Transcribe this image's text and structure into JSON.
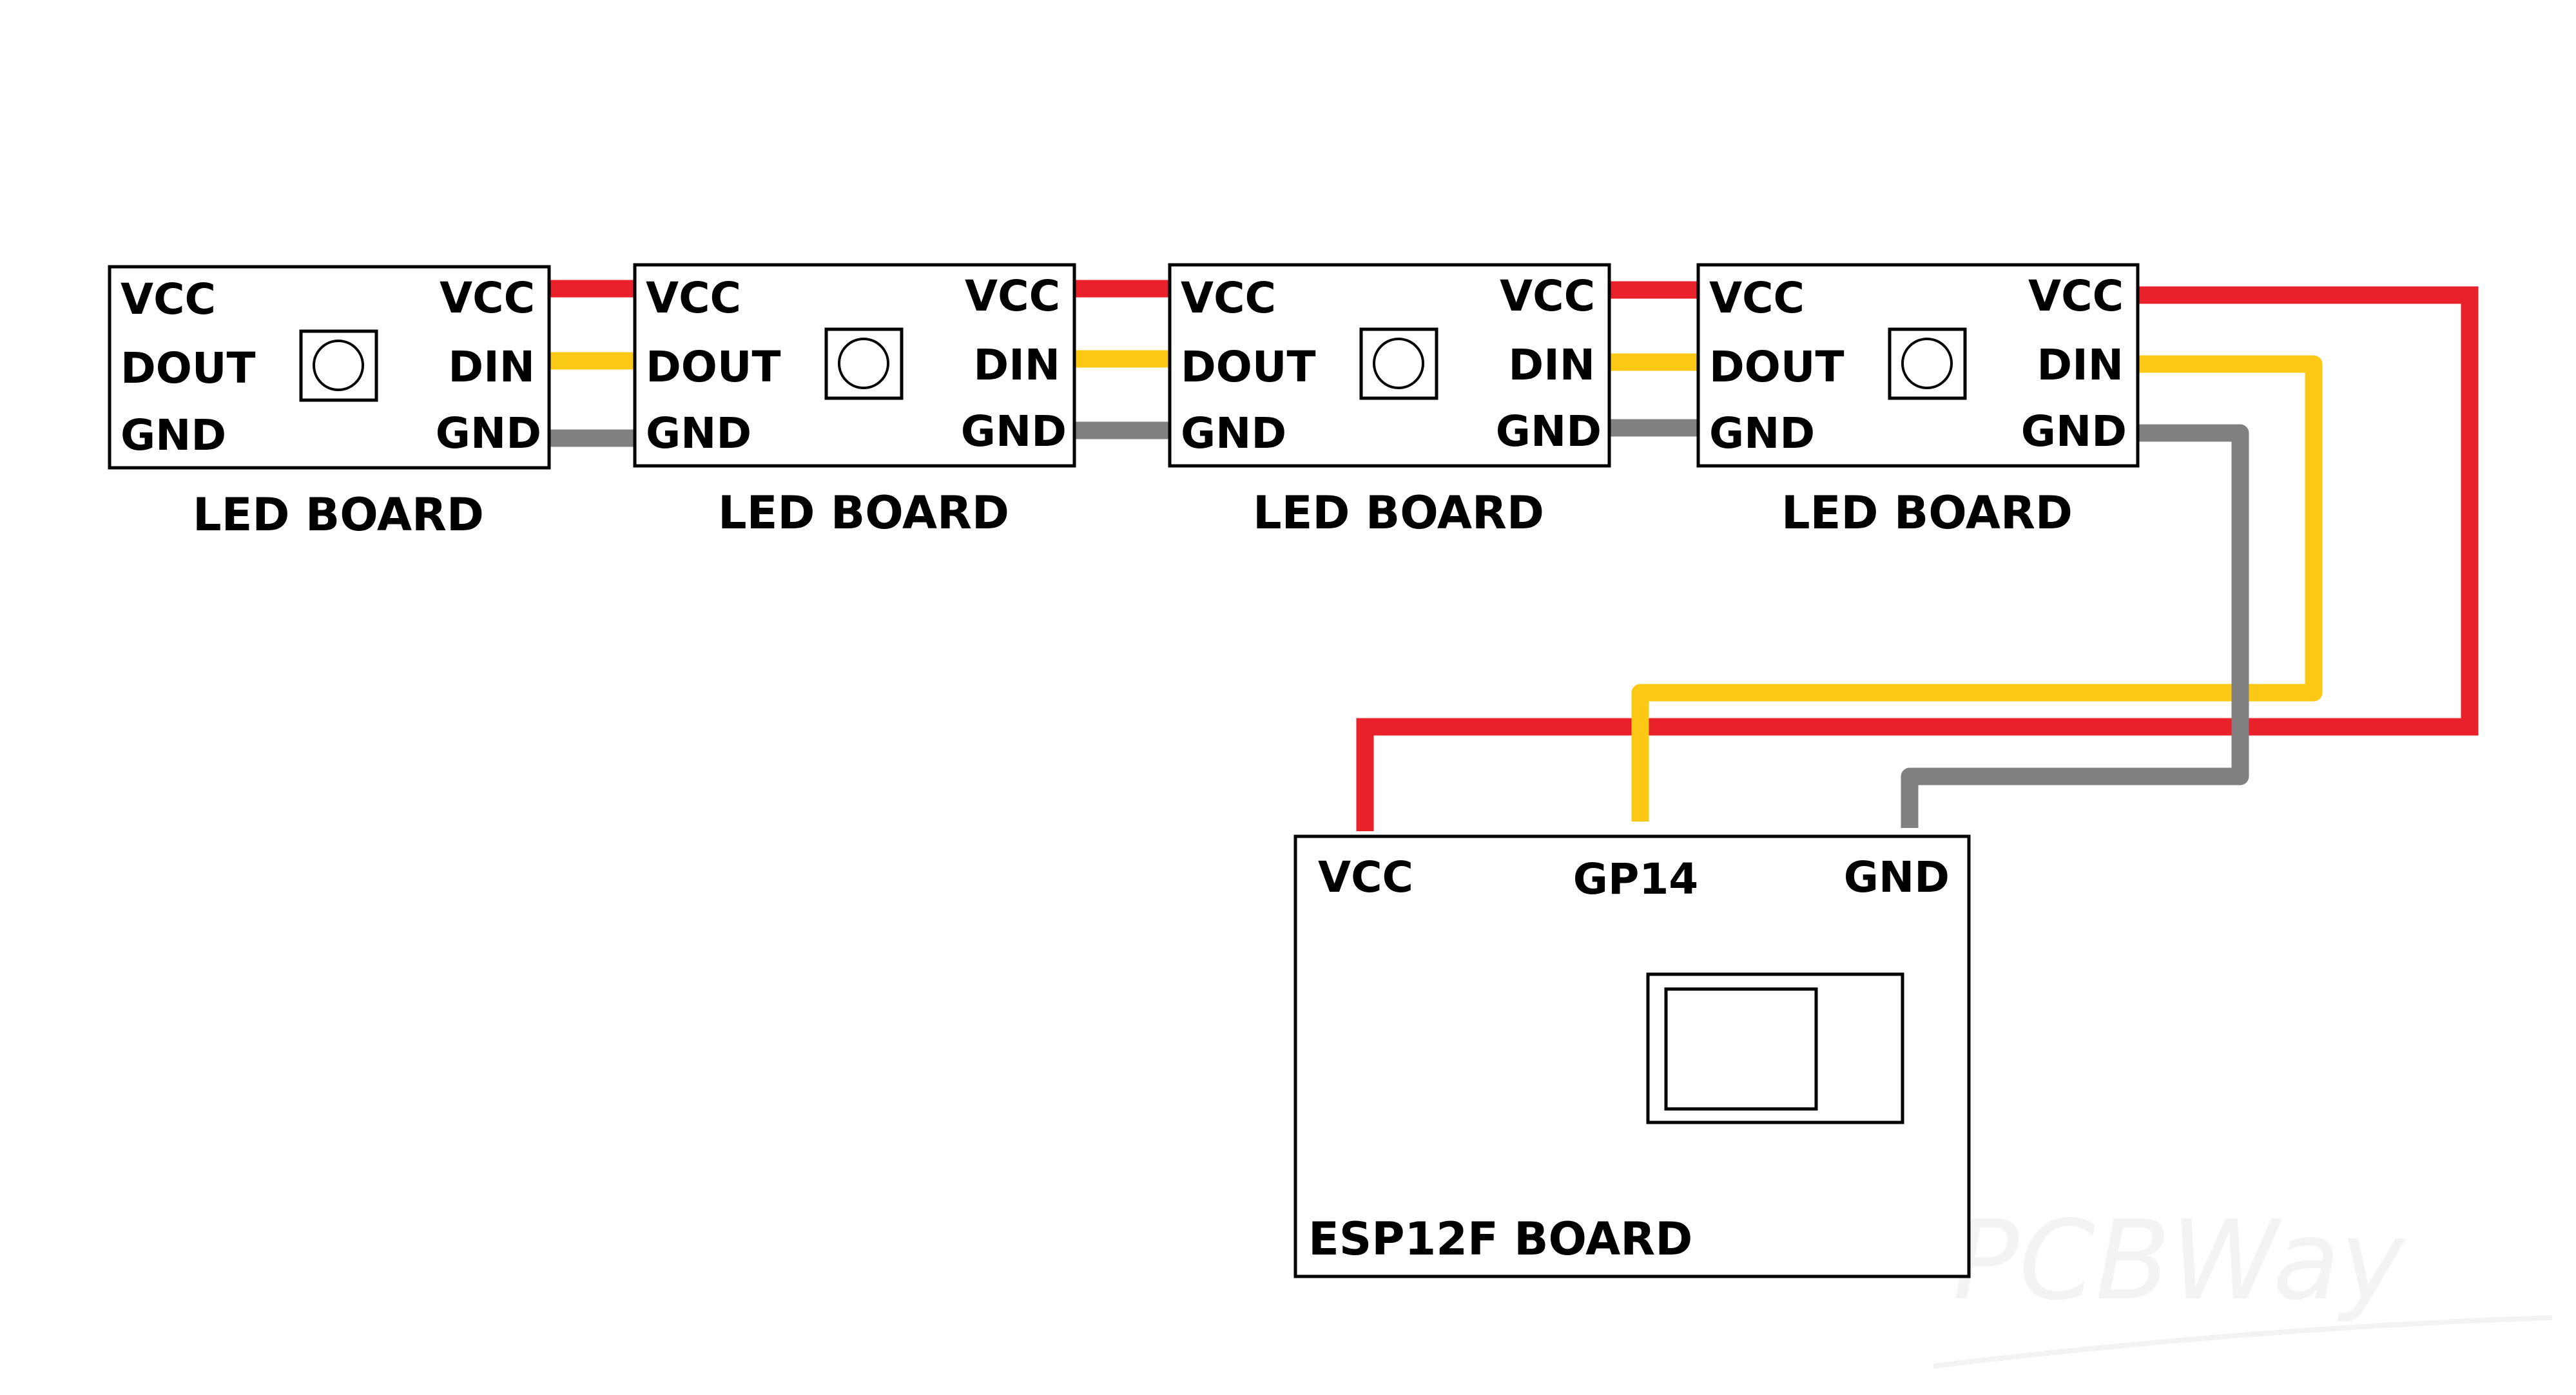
{
  "colors": {
    "vcc_wire": "#e8212a",
    "din_wire": "#fbc815",
    "gnd_wire": "#808080",
    "board_stroke": "#000000"
  },
  "led_boards": [
    {
      "title": "LED BOARD",
      "left_pins": [
        "VCC",
        "DOUT",
        "GND"
      ],
      "right_pins": [
        "VCC",
        "DIN",
        "GND"
      ]
    },
    {
      "title": "LED BOARD",
      "left_pins": [
        "VCC",
        "DOUT",
        "GND"
      ],
      "right_pins": [
        "VCC",
        "DIN",
        "GND"
      ]
    },
    {
      "title": "LED BOARD",
      "left_pins": [
        "VCC",
        "DOUT",
        "GND"
      ],
      "right_pins": [
        "VCC",
        "DIN",
        "GND"
      ]
    },
    {
      "title": "LED BOARD",
      "left_pins": [
        "VCC",
        "DOUT",
        "GND"
      ],
      "right_pins": [
        "VCC",
        "DIN",
        "GND"
      ]
    }
  ],
  "esp_board": {
    "title": "ESP12F BOARD",
    "pins": [
      "VCC",
      "GP14",
      "GND"
    ]
  },
  "watermark": {
    "text": "PCBWay"
  }
}
